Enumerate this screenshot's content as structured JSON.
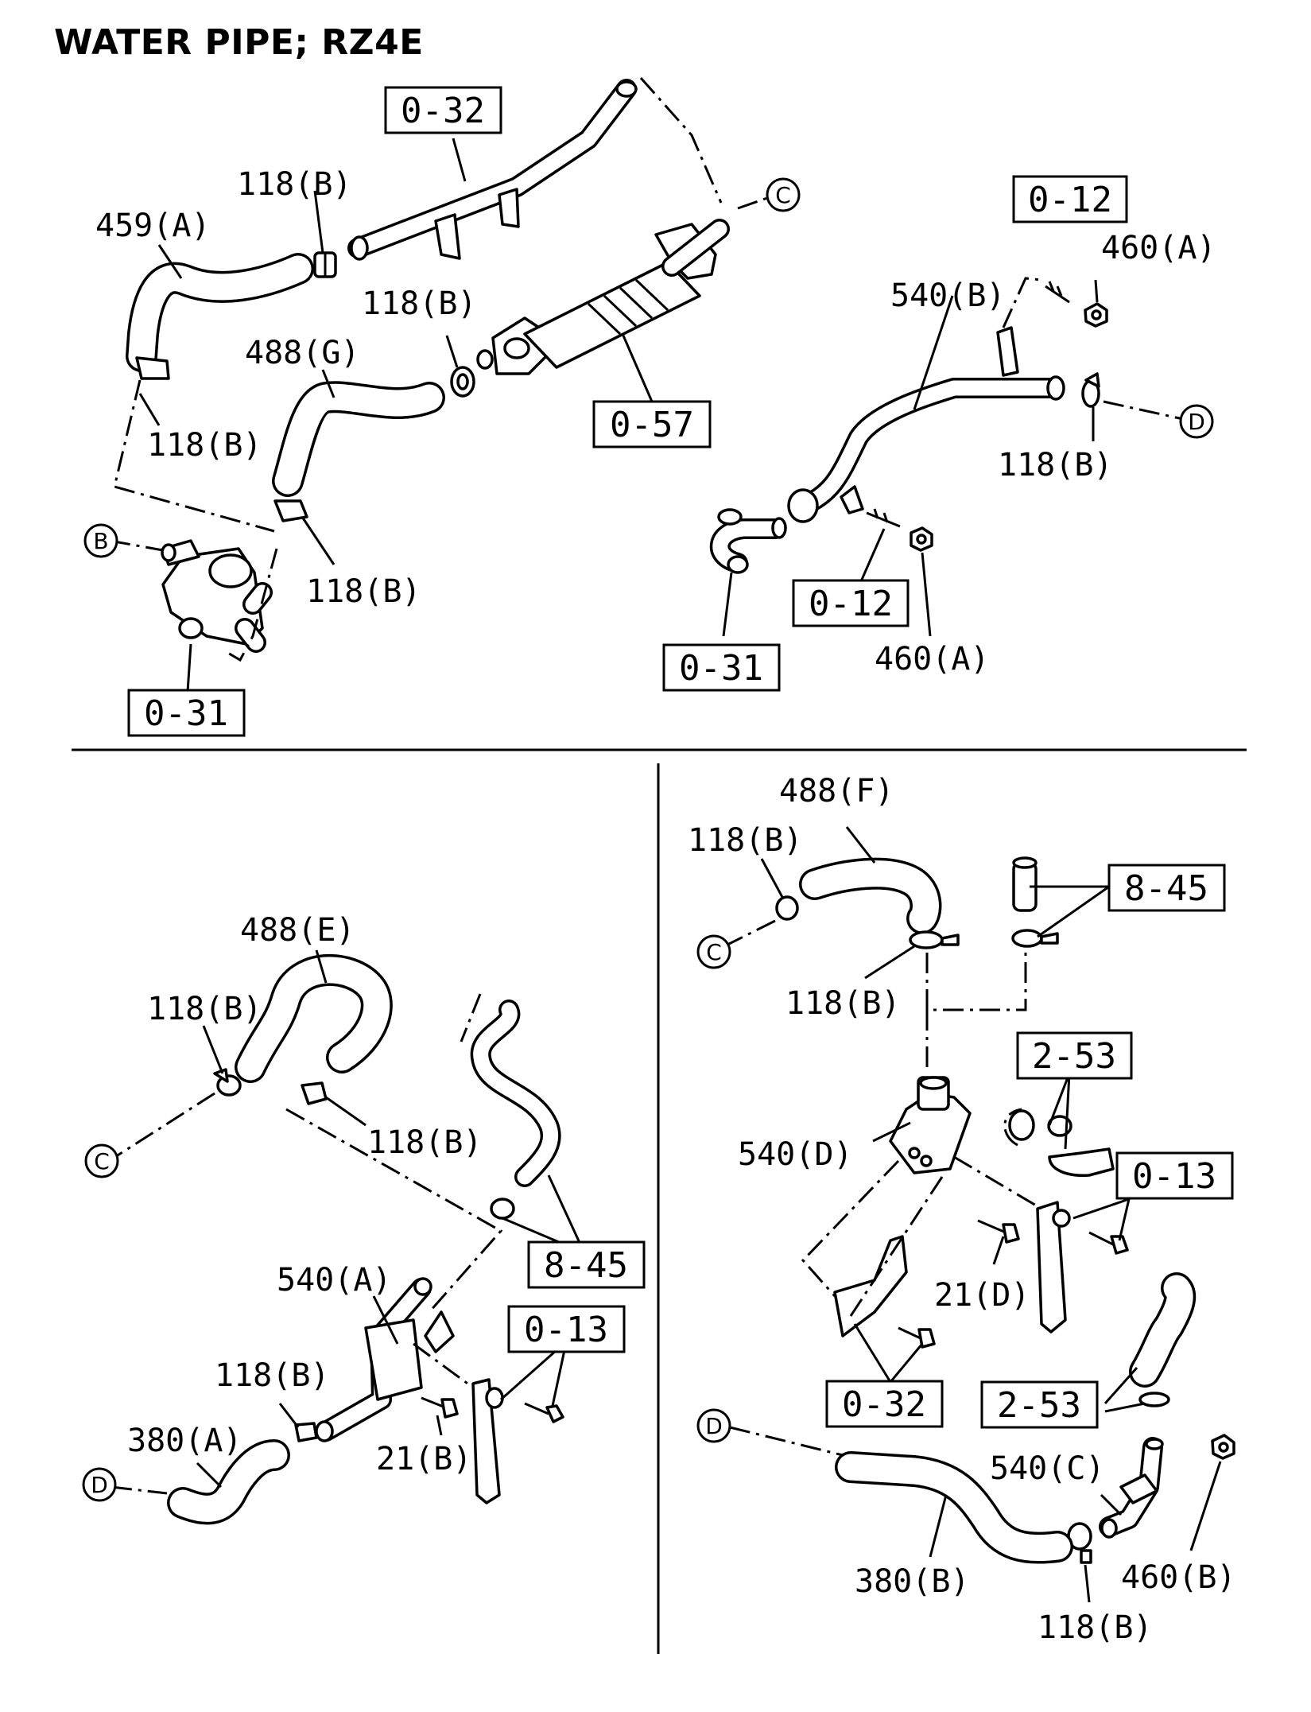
{
  "title": "WATER PIPE; RZ4E",
  "callouts": {
    "c_0_32_a": "0-32",
    "c_118b_1": "118(B)",
    "c_459a": "459(A)",
    "c_c_1": "C",
    "c_118b_2": "118(B)",
    "c_488g": "488(G)",
    "c_0_57": "0-57",
    "c_118b_3": "118(B)",
    "c_b": "B",
    "c_118b_4": "118(B)",
    "c_0_31_a": "0-31",
    "c_0_12_a": "0-12",
    "c_460a_1": "460(A)",
    "c_540b": "540(B)",
    "c_d_1": "D",
    "c_118b_5": "118(B)",
    "c_0_12_b": "0-12",
    "c_0_31_b": "0-31",
    "c_460a_2": "460(A)",
    "c_488e": "488(E)",
    "c_118b_6": "118(B)",
    "c_c_2": "C",
    "c_118b_7": "118(B)",
    "c_8_45_a": "8-45",
    "c_540a": "540(A)",
    "c_0_13_a": "0-13",
    "c_118b_8": "118(B)",
    "c_380a": "380(A)",
    "c_d_2": "D",
    "c_21b": "21(B)",
    "c_488f": "488(F)",
    "c_118b_9": "118(B)",
    "c_c_3": "C",
    "c_8_45_b": "8-45",
    "c_118b_10": "118(B)",
    "c_2_53_a": "2-53",
    "c_540d": "540(D)",
    "c_0_13_b": "0-13",
    "c_21d": "21(D)",
    "c_0_32_b": "0-32",
    "c_2_53_b": "2-53",
    "c_d_3": "D",
    "c_540c": "540(C)",
    "c_460b": "460(B)",
    "c_380b": "380(B)",
    "c_118b_11": "118(B)"
  }
}
